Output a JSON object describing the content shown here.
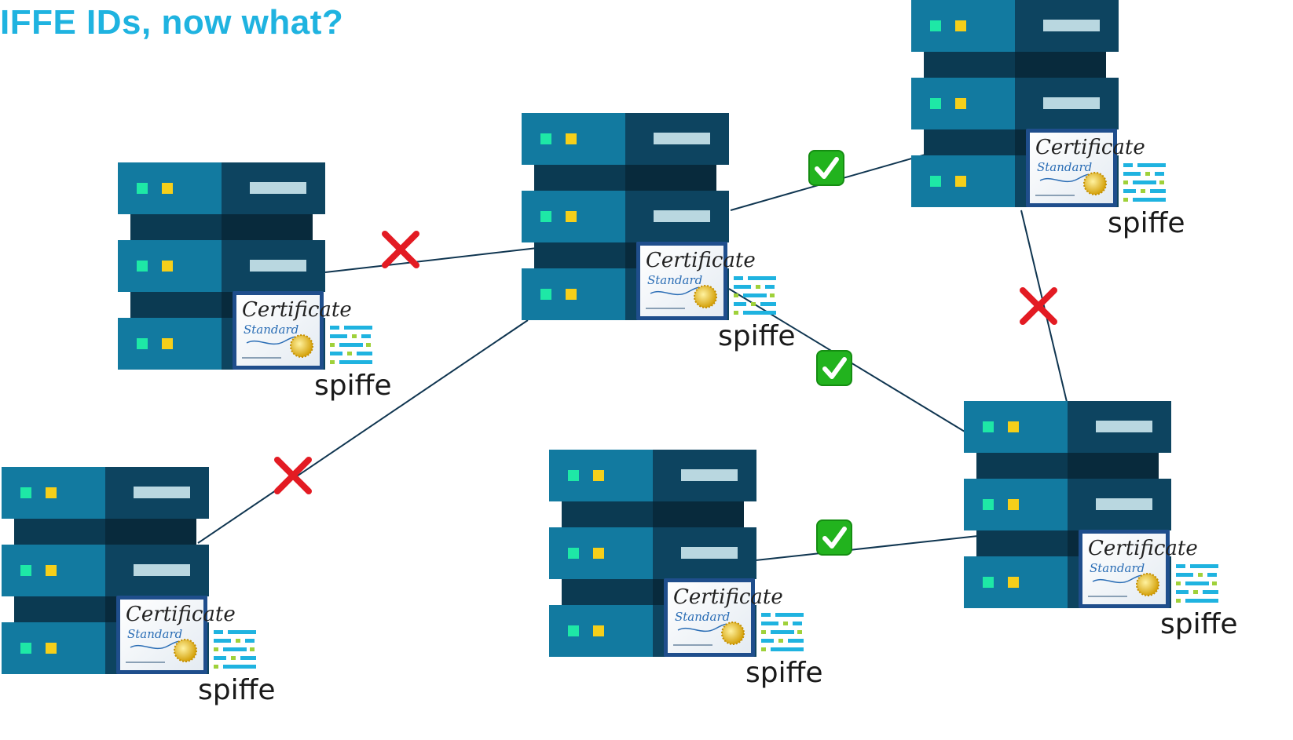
{
  "title": "IFFE IDs, now what?",
  "colors": {
    "title": "#1fb3e0",
    "server_light": "#127aa0",
    "server_dark": "#0d4460",
    "server_gap": "#0b3a52",
    "server_gap_dark": "#082a3c",
    "led_green": "#1ee8a6",
    "led_yellow": "#f5cf1a",
    "slot": "#b9d7e0",
    "cross": "#e31b23",
    "check_bg": "#22b31e",
    "line": "#0f3550"
  },
  "icons": {
    "server": "server-rack-icon",
    "certificate": "certificate-icon",
    "spiffe": "spiffe-logo-icon",
    "allowed": "green-check-icon",
    "denied": "red-cross-icon"
  },
  "certificate": {
    "title": "Certificate",
    "subtitle": "Standard"
  },
  "servers": [
    {
      "id": "server-left-top",
      "has_cert": true,
      "spiffe_label": "spiffe"
    },
    {
      "id": "server-center",
      "has_cert": true,
      "spiffe_label": "spiffe"
    },
    {
      "id": "server-right-top",
      "has_cert": true,
      "spiffe_label": "spiffe"
    },
    {
      "id": "server-left-bottom",
      "has_cert": true,
      "spiffe_label": "spiffe"
    },
    {
      "id": "server-bottom-middle",
      "has_cert": true,
      "spiffe_label": "spiffe"
    },
    {
      "id": "server-right-bottom",
      "has_cert": true,
      "spiffe_label": "spiffe"
    }
  ],
  "connections": [
    {
      "from": "server-left-top",
      "to": "server-center",
      "status": "denied"
    },
    {
      "from": "server-left-bottom",
      "to": "server-center",
      "status": "denied"
    },
    {
      "from": "server-center",
      "to": "server-right-top",
      "status": "allowed"
    },
    {
      "from": "server-center",
      "to": "server-right-bottom",
      "status": "allowed"
    },
    {
      "from": "server-right-top",
      "to": "server-right-bottom",
      "status": "denied"
    },
    {
      "from": "server-bottom-middle",
      "to": "server-right-bottom",
      "status": "allowed"
    }
  ]
}
